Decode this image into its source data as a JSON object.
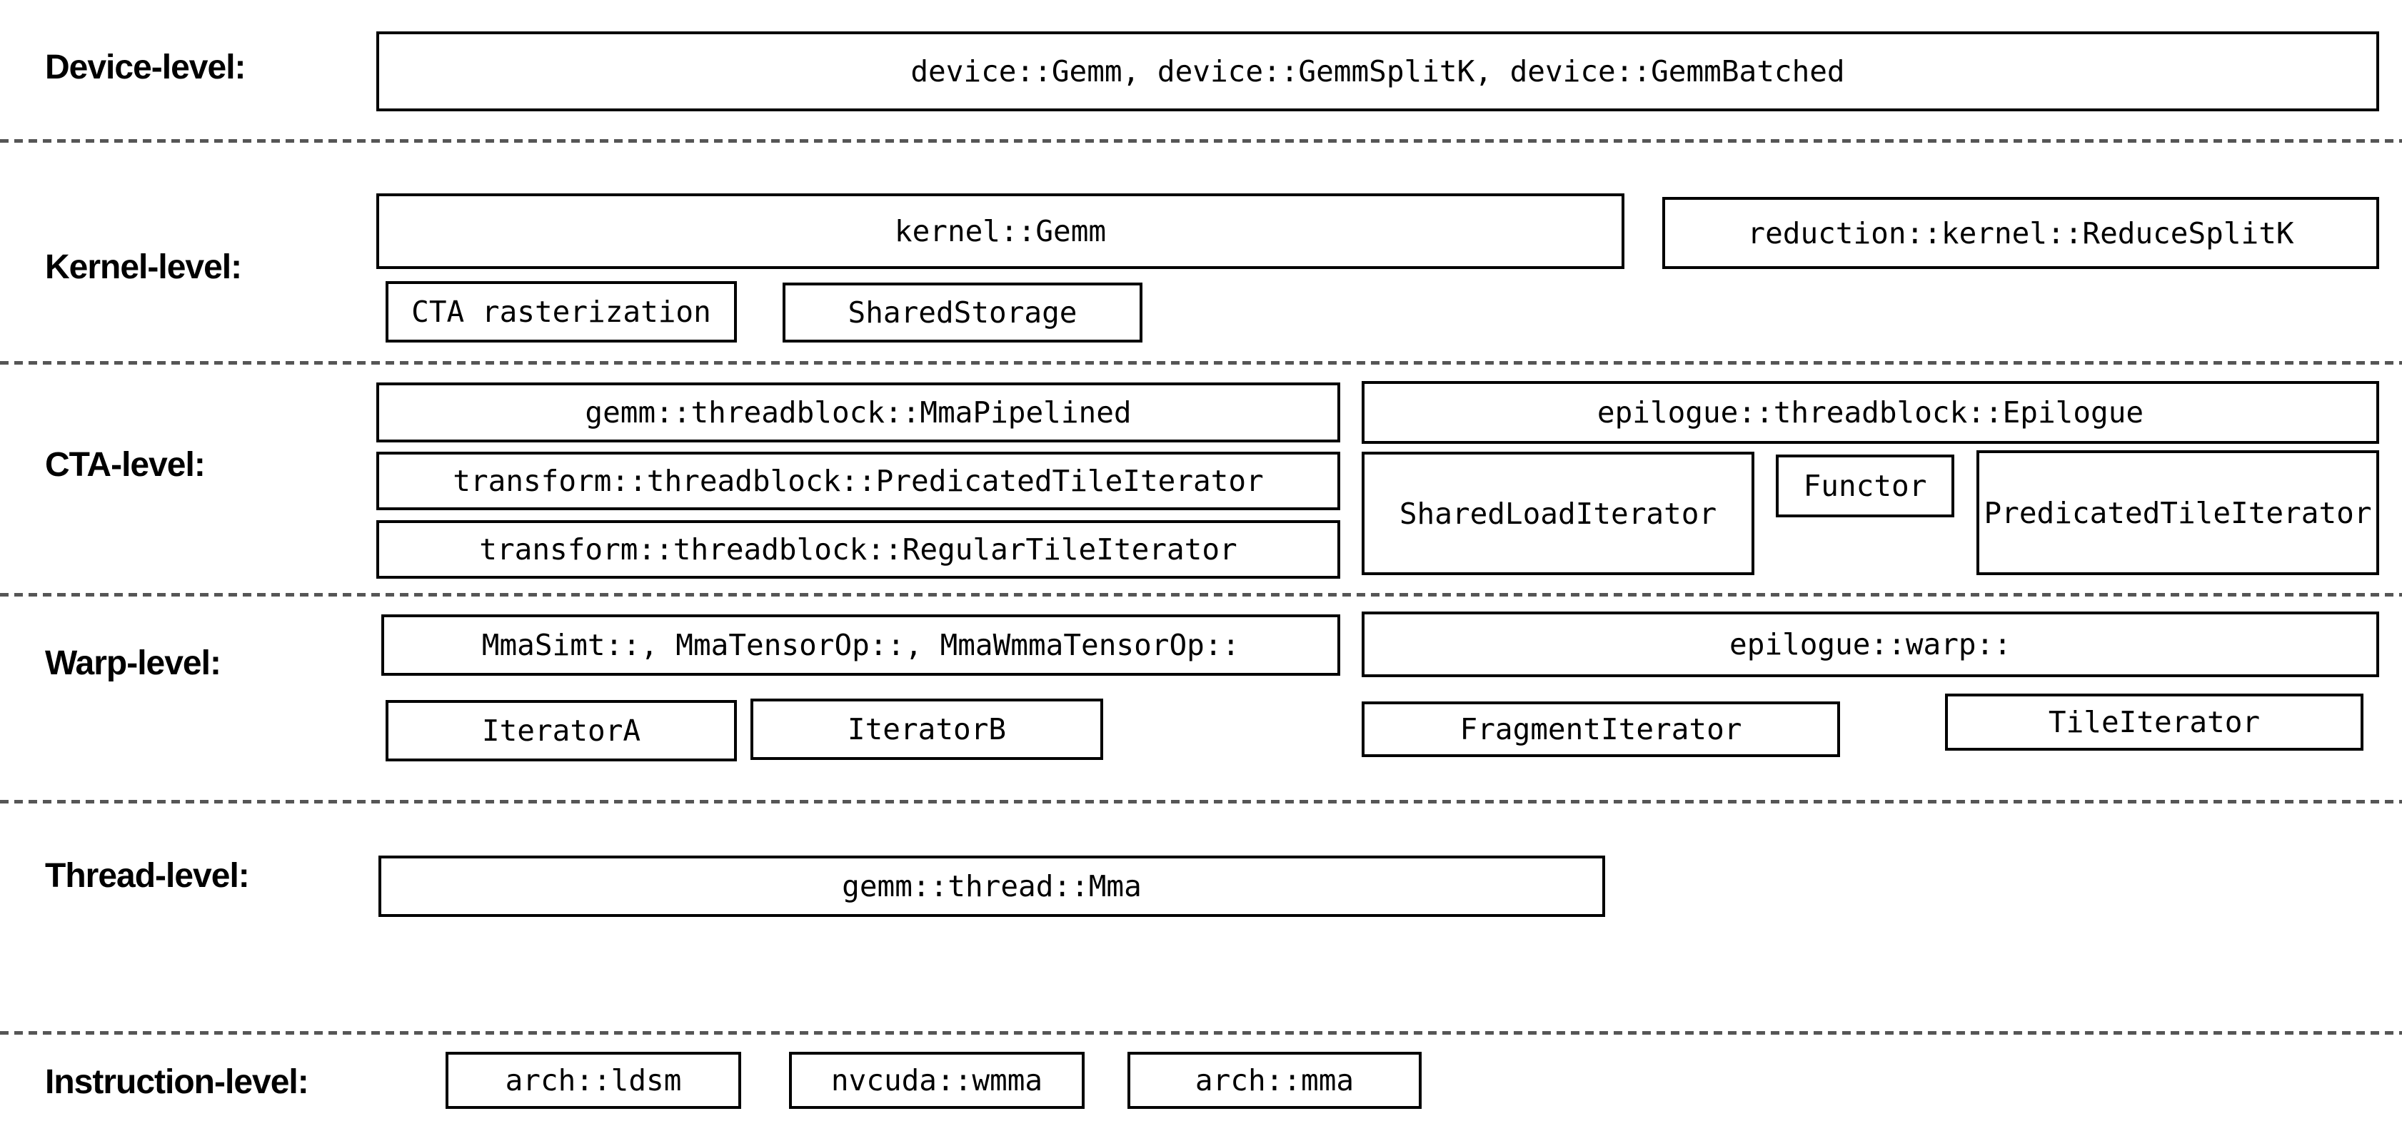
{
  "diagram": {
    "kind": "software-hierarchy-diagram",
    "colors": {
      "background": "#ffffff",
      "box_border": "#000000",
      "text": "#000000",
      "separator": "#565656"
    },
    "levels": {
      "device": {
        "label": "Device-level:",
        "boxes": {
          "gemm_apis": "device::Gemm, device::GemmSplitK, device::GemmBatched"
        }
      },
      "kernel": {
        "label": "Kernel-level:",
        "boxes": {
          "kernel_gemm": "kernel::Gemm",
          "reduce_split_k": "reduction::kernel::ReduceSplitK",
          "cta_rasterization": "CTA rasterization",
          "shared_storage": "SharedStorage"
        }
      },
      "cta": {
        "label": "CTA-level:",
        "boxes": {
          "mma_pipelined": "gemm::threadblock::MmaPipelined",
          "epilogue": "epilogue::threadblock::Epilogue",
          "predicated_tile_iterator": "transform::threadblock::PredicatedTileIterator",
          "shared_load_iterator": "SharedLoadIterator",
          "functor": "Functor",
          "epilogue_predicated_tile_iterator": "PredicatedTileIterator",
          "regular_tile_iterator": "transform::threadblock::RegularTileIterator"
        }
      },
      "warp": {
        "label": "Warp-level:",
        "boxes": {
          "mma_variants": "MmaSimt::, MmaTensorOp::, MmaWmmaTensorOp::",
          "epilogue_warp": "epilogue::warp::",
          "iterator_a": "IteratorA",
          "iterator_b": "IteratorB",
          "fragment_iterator": "FragmentIterator",
          "tile_iterator": "TileIterator"
        }
      },
      "thread": {
        "label": "Thread-level:",
        "boxes": {
          "thread_mma": "gemm::thread::Mma"
        }
      },
      "instruction": {
        "label": "Instruction-level:",
        "boxes": {
          "arch_ldsm": "arch::ldsm",
          "nvcuda_wmma": "nvcuda::wmma",
          "arch_mma": "arch::mma"
        }
      }
    }
  }
}
